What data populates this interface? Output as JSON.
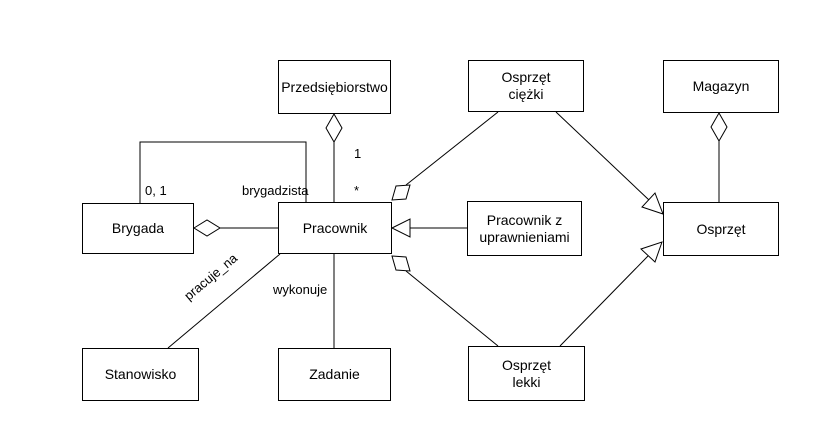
{
  "classes": {
    "przedsiebiorstwo": "Przedsiębiorstwo",
    "osprzet_ciezki": "Osprzęt\nciężki",
    "magazyn": "Magazyn",
    "brygada": "Brygada",
    "pracownik": "Pracownik",
    "pracownik_z_uprawnieniami": "Pracownik z\nuprawnieniami",
    "osprzet": "Osprzęt",
    "stanowisko": "Stanowisko",
    "zadanie": "Zadanie",
    "osprzet_lekki": "Osprzęt\nlekki"
  },
  "labels": {
    "mult_one": "1",
    "mult_star": "*",
    "mult_zero_one": "0, 1",
    "brygadzista": "brygadzista",
    "pracuje_na": "pracuje_na",
    "wykonuje": "wykonuje"
  }
}
